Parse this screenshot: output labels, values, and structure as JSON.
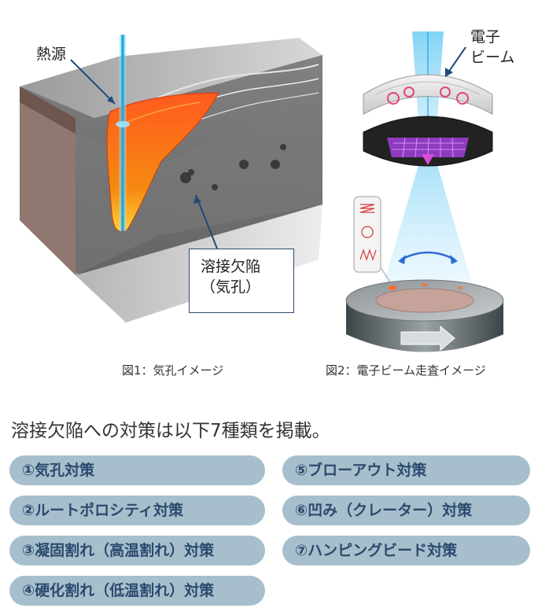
{
  "figure1": {
    "heat_source_label": "熱源",
    "defect_label_line1": "溶接欠陥",
    "defect_label_line2": "（気孔）",
    "caption": "図1：気孔イメージ"
  },
  "figure2": {
    "beam_label_line1": "電子",
    "beam_label_line2": "ビーム",
    "caption": "図2：電子ビーム走査イメージ"
  },
  "intro_text": "溶接欠陥への対策は以下7種類を掲載。",
  "countermeasures": [
    "①気孔対策",
    "②ルートポロシティ対策",
    "③凝固割れ（高温割れ）対策",
    "④硬化割れ（低温割れ）対策",
    "⑤ブローアウト対策",
    "⑥凹み（クレーター）対策",
    "⑦ハンピングビード対策"
  ],
  "colors": {
    "pill_background": "#a7bfcc",
    "pill_text": "#2c4a6e",
    "beam": "#3fb6e8",
    "molten_pool": "#f07a10"
  }
}
